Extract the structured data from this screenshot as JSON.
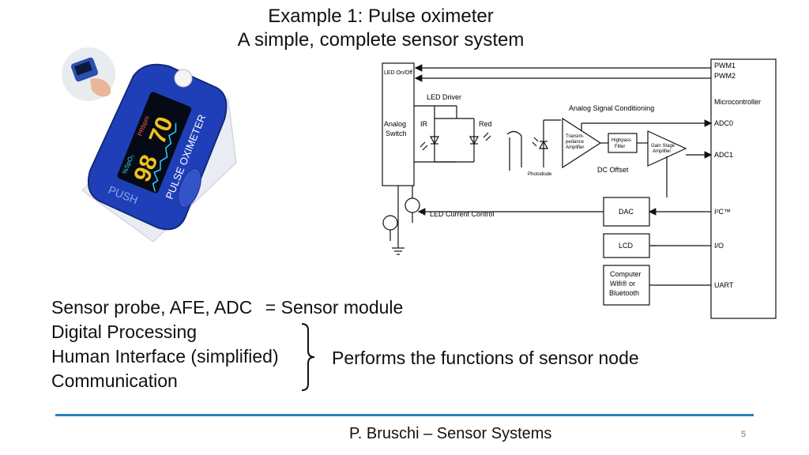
{
  "slide": {
    "title_line1": "Example 1: Pulse oximeter",
    "title_line2": "A simple, complete sensor system",
    "bullets": {
      "sensor_probe": "Sensor probe, AFE, ADC",
      "sensor_module": "= Sensor module",
      "digital_processing": "Digital Processing",
      "human_interface": "Human Interface (simplified)",
      "communication": "Communication"
    },
    "brace_note": "Performs the functions of sensor node",
    "footer": "P. Bruschi – Sensor Systems",
    "page_number": "5"
  },
  "device_photo": {
    "display_spo2": "98",
    "display_pr": "70",
    "label_spo2": "%SpO₂",
    "label_pr": "PRbpm",
    "brand_text": "PULSE OXIMETER",
    "button_text": "PUSH"
  },
  "diagram": {
    "led_onoff": "LED On/Off",
    "analog_switch": [
      "Analog",
      "Switch"
    ],
    "led_driver": "LED Driver",
    "ir": "IR",
    "red": "Red",
    "analog_signal_conditioning": "Analog Signal Conditioning",
    "transimpedance": [
      "Transim-",
      "pedance",
      "Amplifier"
    ],
    "highpass": [
      "Highpass",
      "Filter"
    ],
    "gain_stage": [
      "Gain Stage",
      "Amplifier"
    ],
    "photodiode": "Photodiode",
    "dc_offset": "DC Offset",
    "led_current_control": "LED Current Control",
    "dac": "DAC",
    "lcd": "LCD",
    "computer": [
      "Computer",
      "Wifi® or",
      "Bluetooth"
    ],
    "microcontroller": "Microcontroller",
    "pwm1": "PWM1",
    "pwm2": "PWM2",
    "adc0": "ADC0",
    "adc1": "ADC1",
    "i2c": "I²C™",
    "io": "I/O",
    "uart": "UART"
  }
}
